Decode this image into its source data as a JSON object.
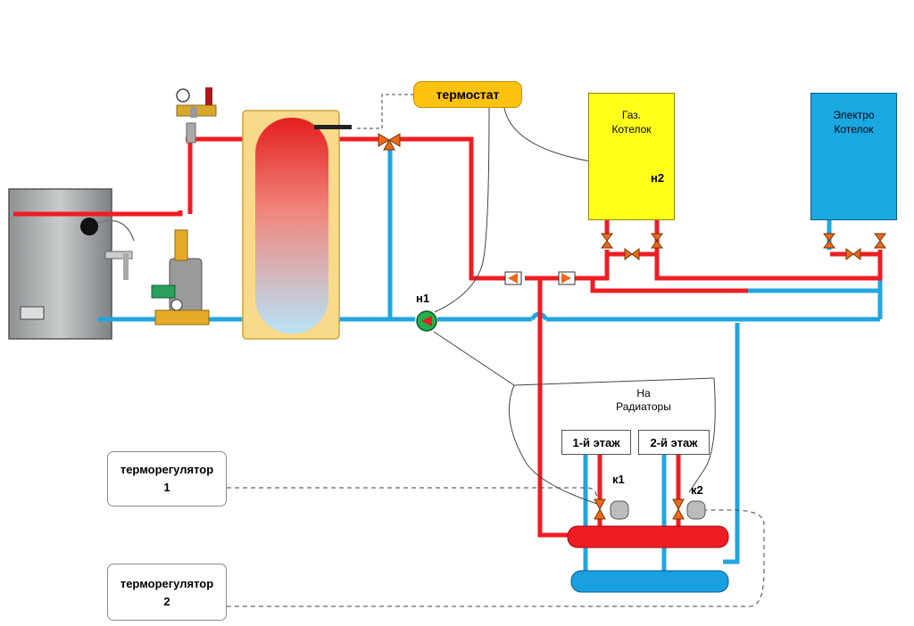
{
  "labels": {
    "thermostat": "термостат",
    "gas_boiler_line1": "Газ.",
    "gas_boiler_line2": "Котелок",
    "electric_boiler_line1": "Электро",
    "electric_boiler_line2": "Котелок",
    "pump1": "н1",
    "pump2": "н2",
    "radiators_line1": "На",
    "radiators_line2": "Радиаторы",
    "floor1": "1-й этаж",
    "floor2": "2-й этаж",
    "valve1": "к1",
    "valve2": "к2",
    "regulator1_line1": "терморегулятор",
    "regulator1_line2": "1",
    "regulator2_line1": "терморегулятор",
    "regulator2_line2": "2"
  },
  "colors": {
    "hot_pipe": "#ef1c24",
    "cold_pipe": "#22a6e0",
    "thermostat": "#ffc20e",
    "gas_boiler": "#ffff1a",
    "electric_boiler": "#1aa8e3",
    "valve": "#e86a1e",
    "pump": "#22b14c",
    "tank_shell": "#f9d98a"
  }
}
